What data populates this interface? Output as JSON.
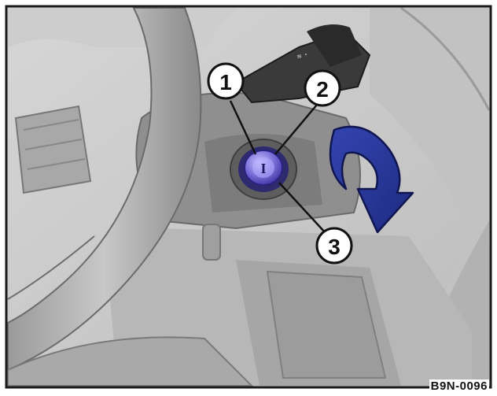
{
  "figure": {
    "callouts": [
      {
        "id": "callout-1",
        "label": "1"
      },
      {
        "id": "callout-2",
        "label": "2"
      },
      {
        "id": "callout-3",
        "label": "3"
      }
    ],
    "key_label": "I",
    "ref_code": "B9N-0096",
    "colors": {
      "frame": "#1a1a1a",
      "background_gray": "#c9c9c9",
      "arrow_blue": "#2a3a9a",
      "key_purple": "#7a6fd8",
      "callout_fill": "#ffffff",
      "callout_stroke": "#111111"
    }
  }
}
